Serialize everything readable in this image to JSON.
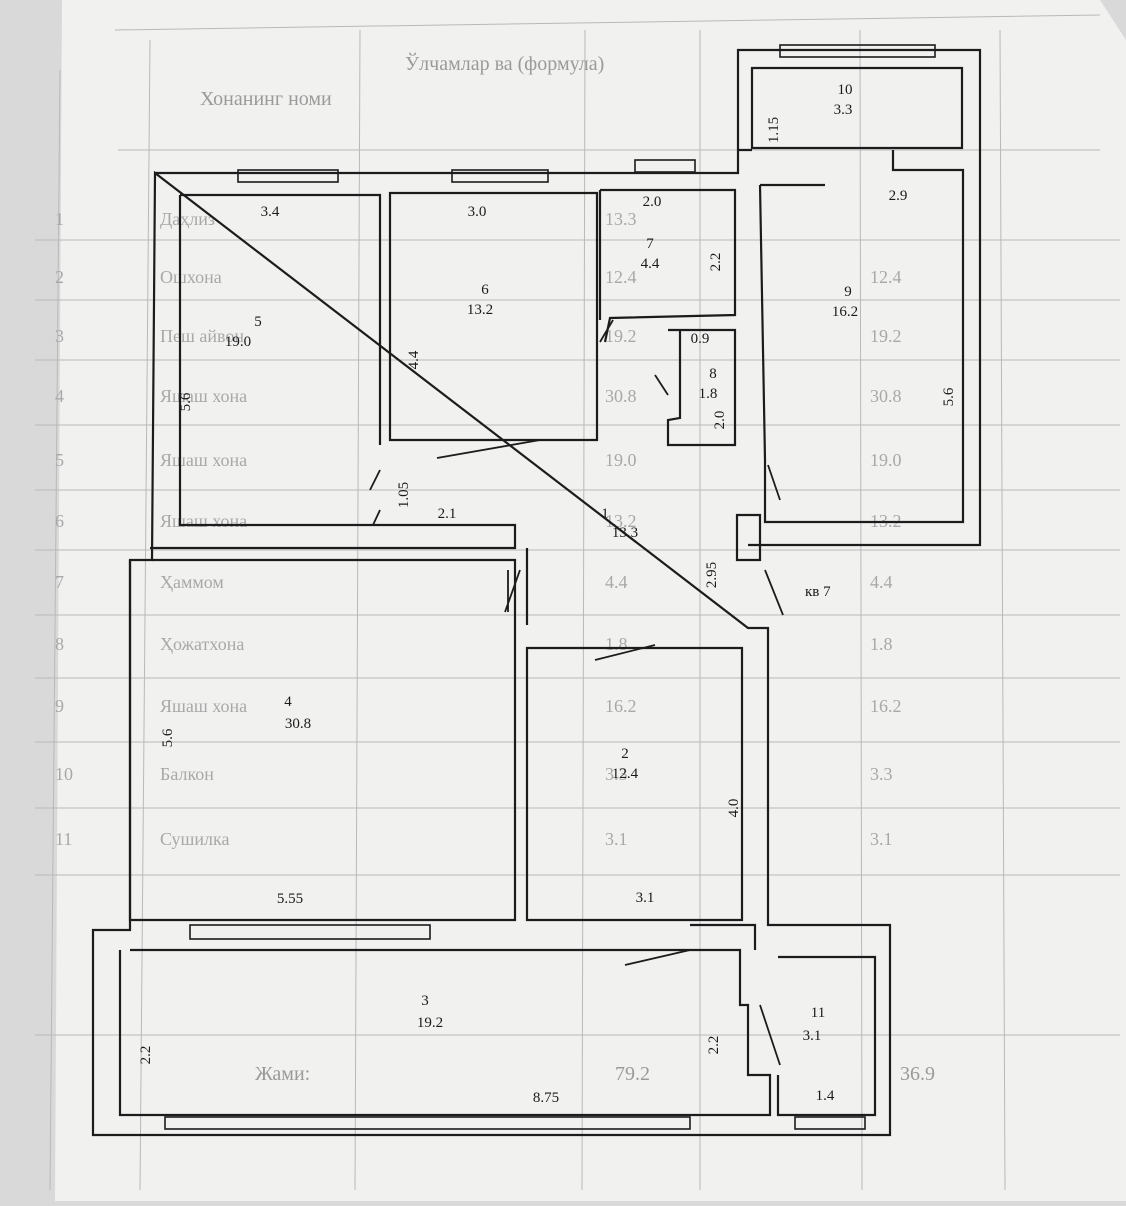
{
  "apartment_label": "кв 7",
  "rooms": [
    {
      "number": "1",
      "area": "13.3"
    },
    {
      "number": "2",
      "area": "12.4"
    },
    {
      "number": "3",
      "area": "19.2"
    },
    {
      "number": "4",
      "area": "30.8"
    },
    {
      "number": "5",
      "area": "19.0"
    },
    {
      "number": "6",
      "area": "13.2"
    },
    {
      "number": "7",
      "area": "4.4"
    },
    {
      "number": "8",
      "area": "1.8"
    },
    {
      "number": "9",
      "area": "16.2"
    },
    {
      "number": "10",
      "area": "3.3"
    },
    {
      "number": "11",
      "area": "3.1"
    }
  ],
  "dimensions": {
    "r5_width": "3.4",
    "r5_height": "5.6",
    "r6_width": "3.0",
    "r6_height": "4.4",
    "r7_width": "2.0",
    "r7_height": "2.2",
    "r8_width": "0.9",
    "r8_height": "2.0",
    "r9_width": "2.9",
    "r9_height": "5.6",
    "r10_height": "1.15",
    "r1_width": "2.1",
    "r1_door": "1.05",
    "r1_height": "2.95",
    "r4_height": "5.6",
    "r4_width": "5.55",
    "r2_height": "4.0",
    "r2_width": "3.1",
    "r3_height": "2.2",
    "r3_width": "8.75",
    "r3_height_right": "2.2",
    "r11_width": "1.4"
  },
  "background_table": {
    "headers": [
      "Хонанинг номи",
      "Ўлчамлар ва (формула)"
    ],
    "rows": [
      {
        "n": "1",
        "name": "Даҳлиз"
      },
      {
        "n": "2",
        "name": "Ошхона"
      },
      {
        "n": "3",
        "name": "Пеш айвон"
      },
      {
        "n": "4",
        "name": "Яшаш хона"
      },
      {
        "n": "5",
        "name": "Яшаш хона"
      },
      {
        "n": "6",
        "name": "Яшаш хона"
      },
      {
        "n": "7",
        "name": "Ҳаммом"
      },
      {
        "n": "8",
        "name": "Ҳожатхона"
      },
      {
        "n": "9",
        "name": "Яшаш хона"
      },
      {
        "n": "10",
        "name": "Балкон"
      },
      {
        "n": "11",
        "name": "Сушилка"
      }
    ],
    "values_a": [
      "13.3",
      "12.4",
      "19.2",
      "30.8",
      "19.0",
      "13.2",
      "4.4",
      "1.8",
      "16.2",
      "3.3",
      "3.1"
    ],
    "values_b": [
      "",
      "12.4",
      "19.2",
      "30.8",
      "19.0",
      "13.2",
      "4.4",
      "1.8",
      "16.2",
      "3.3",
      "3.1"
    ],
    "total_label": "Жами:",
    "total_a": "79.2",
    "total_b": "36.9"
  }
}
